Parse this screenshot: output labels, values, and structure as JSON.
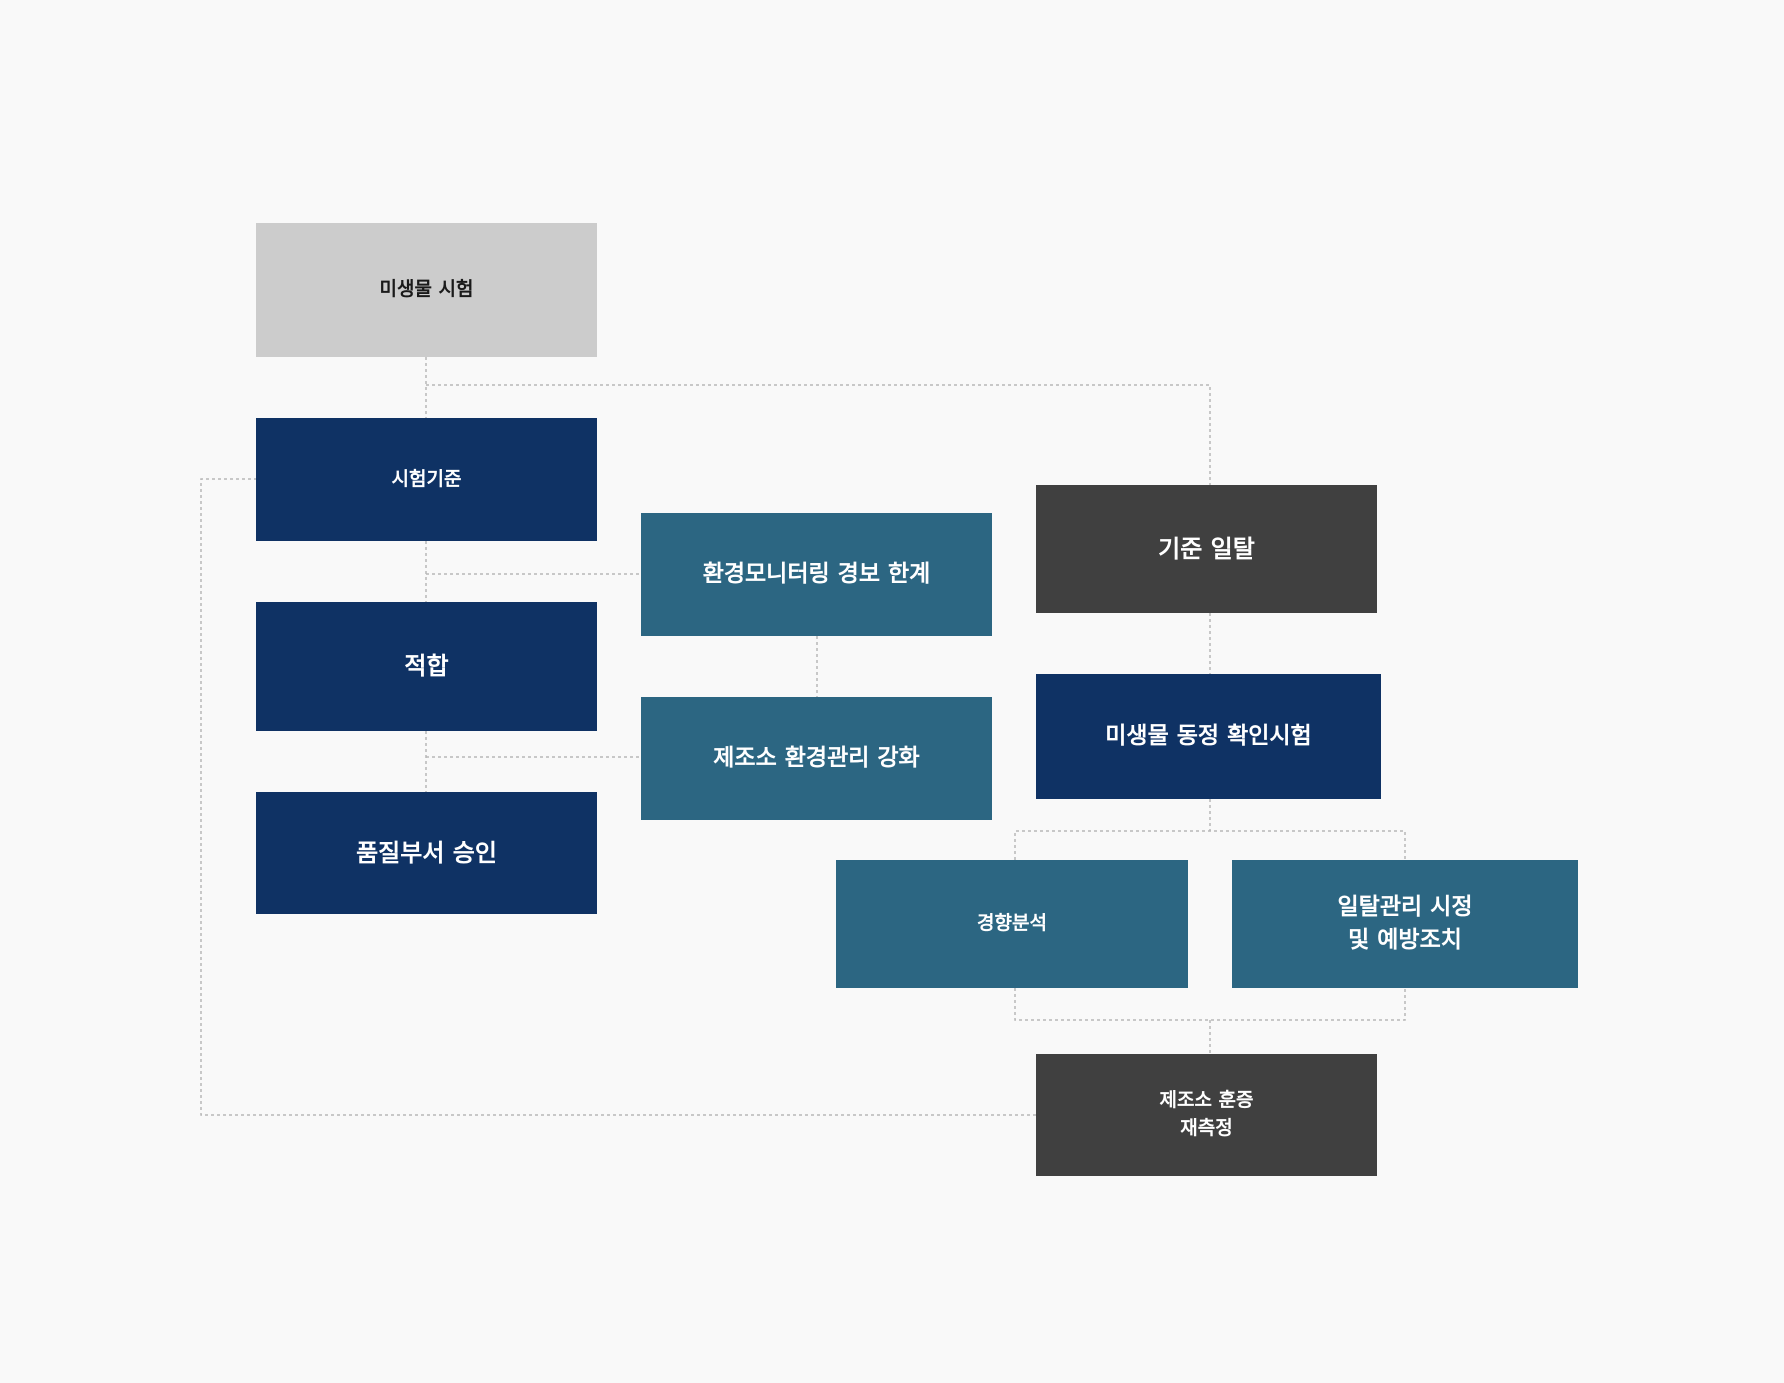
{
  "diagram": {
    "nodes": {
      "micro_test": "미생물 시험",
      "test_criteria": "시험기준",
      "pass": "적합",
      "qa_approval": "품질부서 승인",
      "env_alert": "환경모니터링 경보 한계",
      "env_strengthen": "제조소 환경관리 강화",
      "deviation": "기준 일탈",
      "identification": "미생물 동정 확인시험",
      "trend_analysis": "경향분석",
      "corrective_action": "일탈관리 시정\n및 예방조치",
      "fumigation": "제조소 훈증\n재측정"
    },
    "colors": {
      "gray": "#cccccc",
      "navy": "#0f3264",
      "teal": "#2c6682",
      "dark": "#404040",
      "connector": "#b8b8b8",
      "background": "#f9f9f9"
    }
  }
}
